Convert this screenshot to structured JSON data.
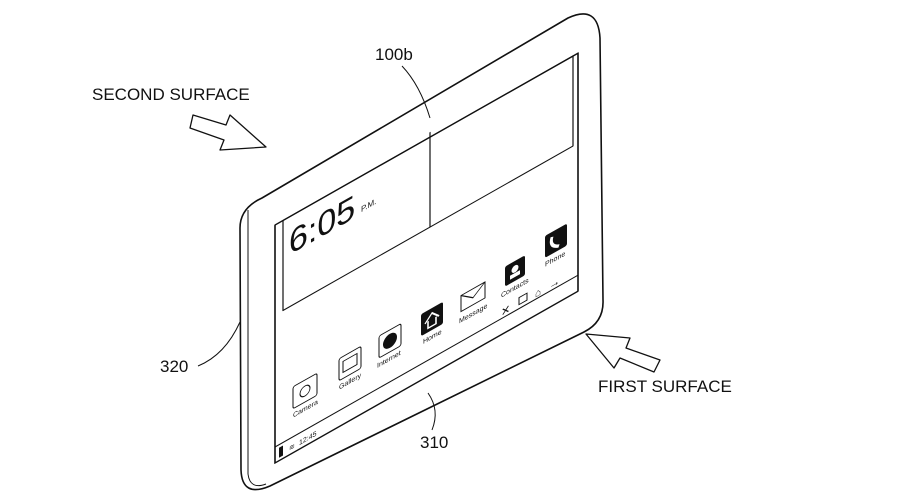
{
  "labels": {
    "ref_100b": "100b",
    "second_surface": "SECOND SURFACE",
    "first_surface": "FIRST SURFACE",
    "ref_320": "320",
    "ref_310": "310"
  },
  "screen": {
    "clock_time": "6:05",
    "clock_ampm": "P.M.",
    "status_time": "12:45",
    "apps": [
      {
        "label": "Camera",
        "icon": "camera-icon"
      },
      {
        "label": "Gallery",
        "icon": "gallery-icon"
      },
      {
        "label": "Internet",
        "icon": "globe-icon"
      },
      {
        "label": "Home",
        "icon": "home-icon"
      },
      {
        "label": "Message",
        "icon": "envelope-icon"
      },
      {
        "label": "Contacts",
        "icon": "contact-icon"
      },
      {
        "label": "Phone",
        "icon": "phone-icon"
      }
    ],
    "nav_icons": [
      "close-icon",
      "window-icon",
      "home-icon",
      "back-arrow-icon"
    ]
  }
}
